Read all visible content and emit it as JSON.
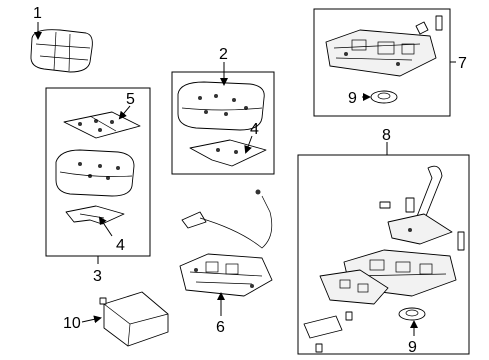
{
  "callouts": {
    "c1": "1",
    "c2": "2",
    "c3": "3",
    "c4a": "4",
    "c4b": "4",
    "c5": "5",
    "c6": "6",
    "c7": "7",
    "c8": "8",
    "c9a": "9",
    "c9b": "9",
    "c10": "10"
  }
}
